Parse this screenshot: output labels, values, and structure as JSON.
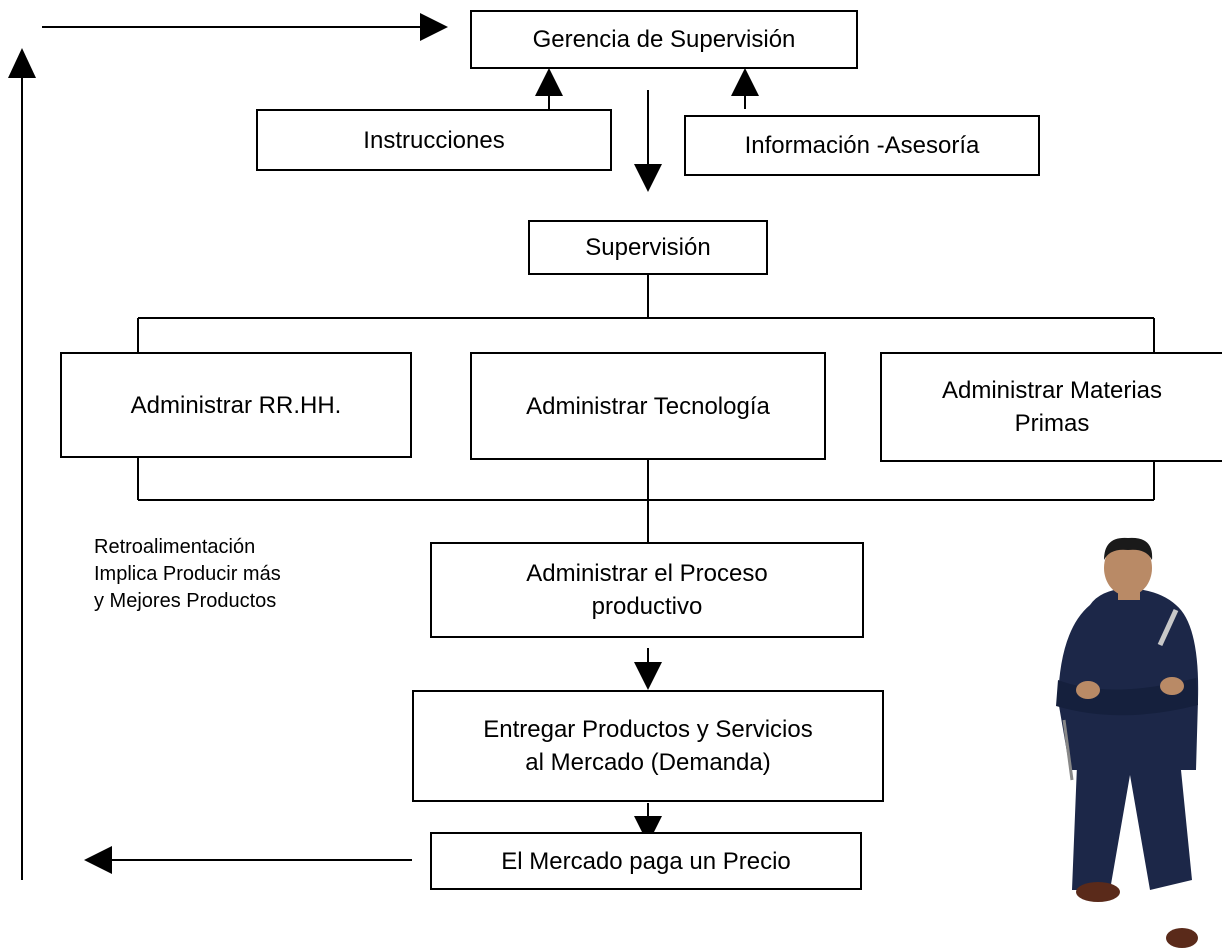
{
  "diagram": {
    "gerencia": "Gerencia de Supervisión",
    "instrucciones": "Instrucciones",
    "informacion": "Información -Asesoría",
    "supervision": "Supervisión",
    "rrhh": "Administrar RR.HH.",
    "tecnologia": "Administrar Tecnología",
    "materias": "Administrar Materias\nPrimas",
    "proceso": "Administrar el Proceso\nproductivo",
    "entregar": "Entregar Productos y Servicios\nal Mercado (Demanda)",
    "precio": "El Mercado paga un Precio",
    "note": "Retroalimentación\nImplica Producir más\ny Mejores Productos"
  },
  "illustration": {
    "subject": "worker-in-navy-coverall",
    "colors": {
      "coverall": "#1c2748",
      "skin": "#b98a66",
      "hair": "#1a1a1a",
      "boots": "#5a2a1a"
    }
  }
}
